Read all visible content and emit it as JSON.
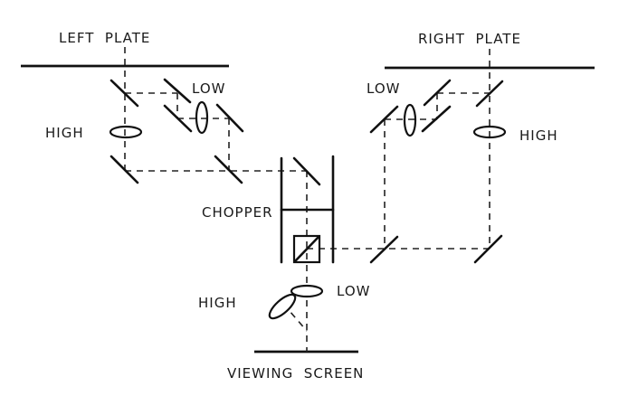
{
  "labels": {
    "left_plate": "LEFT  PLATE",
    "right_plate": "RIGHT  PLATE",
    "left_low": "LOW",
    "left_high": "HIGH",
    "right_low": "LOW",
    "right_high": "HIGH",
    "chopper": "CHOPPER",
    "bottom_high": "HIGH",
    "bottom_low": "LOW",
    "viewing_screen": "VIEWING  SCREEN"
  },
  "colors": {
    "ink": "#111111",
    "background": "#ffffff"
  }
}
